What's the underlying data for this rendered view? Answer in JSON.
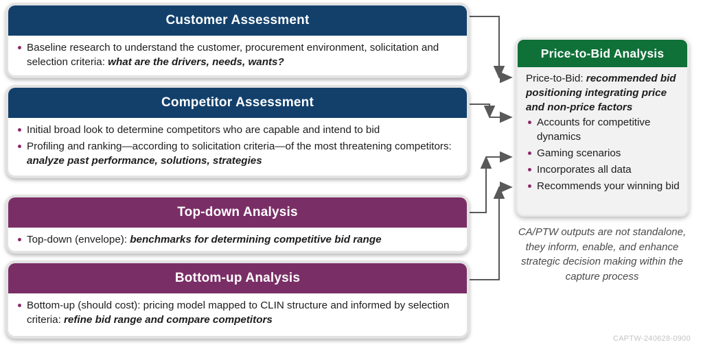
{
  "diagram": {
    "footer_code": "CAPTW-240628-0900",
    "caption": "CA/PTW outputs are not standalone, they inform, enable, and enhance strategic decision making within the capture process",
    "colors": {
      "navy": "#12406B",
      "purple": "#7A2E66",
      "green": "#0F7038",
      "bullet": "#8B2A6B",
      "connector": "#595959",
      "panel_bg": "#F2F2F2",
      "card_shell": "#E2E2E2"
    }
  },
  "cards": [
    {
      "id": "customer-assessment",
      "title": "Customer Assessment",
      "accent": "navy",
      "bullets": [
        {
          "lead": "Baseline research to understand the customer, procurement environment, solicitation and selection criteria: ",
          "emphasis": "what are the drivers, needs, wants?"
        }
      ]
    },
    {
      "id": "competitor-assessment",
      "title": "Competitor Assessment",
      "accent": "navy",
      "bullets": [
        {
          "lead": "Initial broad look to determine competitors who are capable and intend to bid",
          "emphasis": ""
        },
        {
          "lead": "Profiling and ranking—according to solicitation criteria—of the most threatening competitors: ",
          "emphasis": "analyze past performance, solutions, strategies"
        }
      ]
    },
    {
      "id": "top-down-analysis",
      "title": "Top-down Analysis",
      "accent": "purple",
      "bullets": [
        {
          "lead": "Top-down (envelope): ",
          "emphasis": "benchmarks for determining competitive bid range"
        }
      ]
    },
    {
      "id": "bottom-up-analysis",
      "title": "Bottom-up Analysis",
      "accent": "purple",
      "bullets": [
        {
          "lead": "Bottom-up (should cost): pricing model mapped to CLIN structure and informed by selection criteria: ",
          "emphasis": "refine bid range and compare competitors"
        }
      ]
    }
  ],
  "output_panel": {
    "title": "Price-to-Bid Analysis",
    "accent": "green",
    "lead_label": "Price-to-Bid: ",
    "lead_emphasis": "recommended bid positioning integrating price and non-price factors",
    "bullets": [
      "Accounts for competitive dynamics",
      "Gaming scenarios",
      "Incorporates all data",
      "Recommends your winning bid"
    ]
  },
  "connectors": [
    {
      "name": "customer-to-output",
      "from": "customer-assessment",
      "to": "output-panel"
    },
    {
      "name": "competitor-to-output",
      "from": "competitor-assessment",
      "to": "output-panel"
    },
    {
      "name": "topdown-to-output",
      "from": "top-down-analysis",
      "to": "output-panel"
    },
    {
      "name": "bottomup-to-output",
      "from": "bottom-up-analysis",
      "to": "output-panel"
    }
  ]
}
